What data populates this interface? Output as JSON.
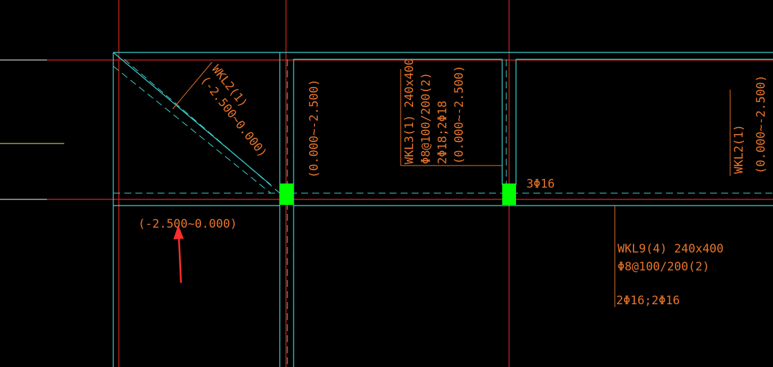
{
  "colors": {
    "background": "#000000",
    "axis_line": "#e0241c",
    "beam_edge": "#3fd6d8",
    "annotation": "#e8742a",
    "column": "#00ff00",
    "leader_white": "#ffffff",
    "leader_yellow": "#f2f25a",
    "arrow": "#ff2e2e"
  },
  "labels": {
    "diag_beam_name": "WKL2(1)",
    "diag_beam_elev": "(-2.500~0.000)",
    "col1_elev": "(0.000~-2.500)",
    "wkl3_name": "WKL3(1) 240x400",
    "wkl3_stirrup": "Φ8@100/200(2)",
    "wkl3_bars": "2Φ18;2Φ18",
    "wkl3_elev": "(0.000~-2.500)",
    "right_beam_name": "WKL2(1)",
    "right_beam_elev": "(0.000~-2.500)",
    "bar_3phi16": "3Φ16",
    "bottom_left_elev": "(-2.500~0.000)",
    "wkl9_name": "WKL9(4) 240x400",
    "wkl9_stirrup": "Φ8@100/200(2)",
    "wkl9_bars": "2Φ16;2Φ16"
  },
  "icons": {
    "arrow": "red-arrow-icon",
    "column": "column-square-icon"
  }
}
